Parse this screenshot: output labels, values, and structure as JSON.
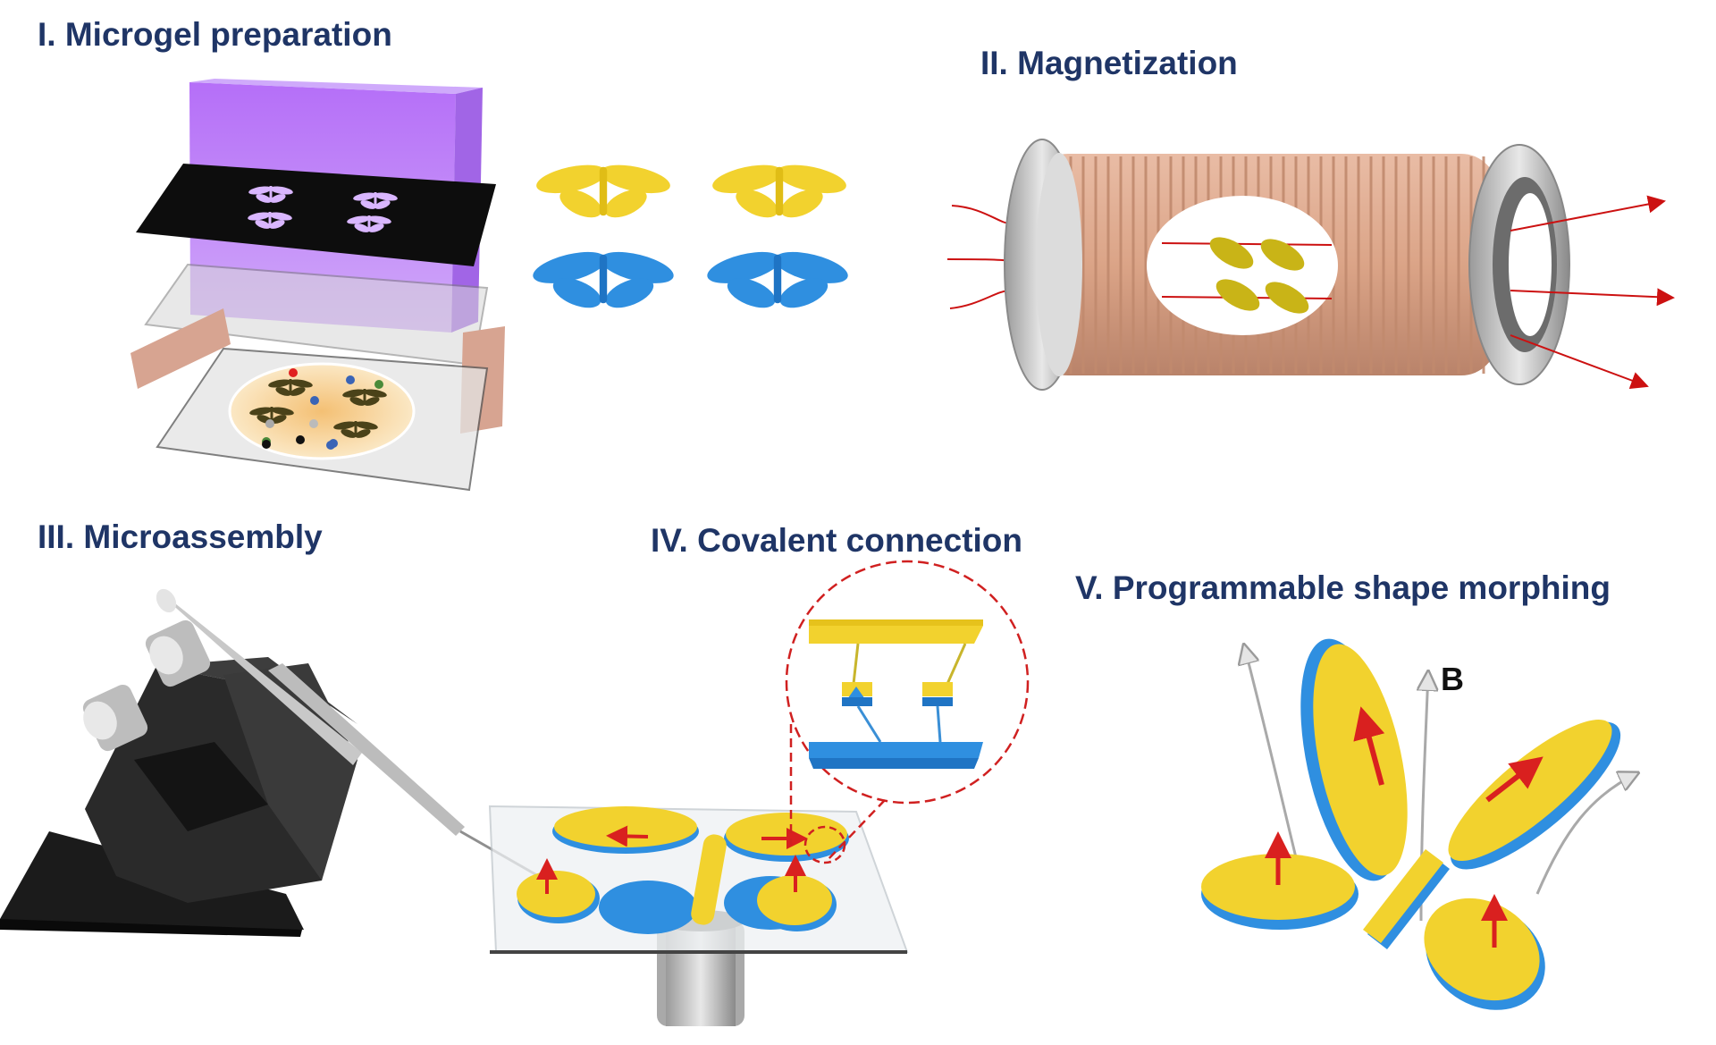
{
  "panels": {
    "p1": {
      "title": "I. Microgel preparation"
    },
    "p2": {
      "title": "II. Magnetization"
    },
    "p3": {
      "title": "III. Microassembly"
    },
    "p4": {
      "title": "IV. Covalent connection"
    },
    "p5": {
      "title": "V. Programmable shape morphing",
      "field_label": "B"
    }
  },
  "colors": {
    "title": "#1f3566",
    "yellow_gel": "#f2d22e",
    "blue_gel": "#2f8fe0",
    "uv_light": "#a855f7",
    "coil_copper": "#dba487",
    "field_line": "#cc1111",
    "magnetization_arrow": "#d9201f"
  }
}
